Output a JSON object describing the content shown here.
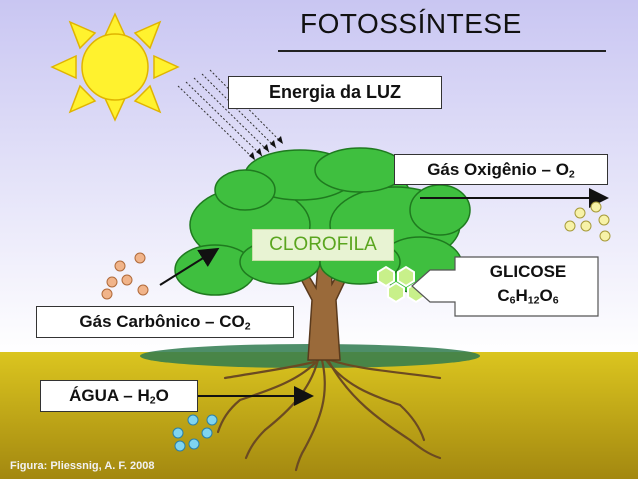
{
  "title": "FOTOSSÍNTESE",
  "labels": {
    "energia": "Energia da LUZ",
    "oxigenio_prefix": "Gás Oxigênio – O",
    "oxigenio_sub": "2",
    "carbonico_prefix": "Gás Carbônico – CO",
    "carbonico_sub": "2",
    "agua_prefix": "ÁGUA – H",
    "agua_sub": "2",
    "agua_suffix": "O",
    "glicose": "GLICOSE",
    "glicose_c": "C",
    "glicose_c_sub": "6",
    "glicose_h": "H",
    "glicose_h_sub": "12",
    "glicose_o": "O",
    "glicose_o_sub": "6",
    "clorofila": "CLOROFILA"
  },
  "credit": "Figura: Pliessnig, A. F. 2008",
  "colors": {
    "sky_top": "#c9c6f2",
    "sky_bottom": "#ffffff",
    "soil_top": "#d9c21b",
    "soil_bottom": "#a68a0e",
    "sun": "#fff22e",
    "sun_stroke": "#e0b400",
    "leaf": "#3fbf3f",
    "leaf_dark": "#1f7a1f",
    "trunk": "#9a6a3a",
    "trunk_dark": "#5a3a1d",
    "co2_dot": "#f1b48a",
    "o2_dot": "#f7f2a8",
    "water_dot": "#7fd4f0",
    "glucose_hex": "#c8f08a"
  }
}
